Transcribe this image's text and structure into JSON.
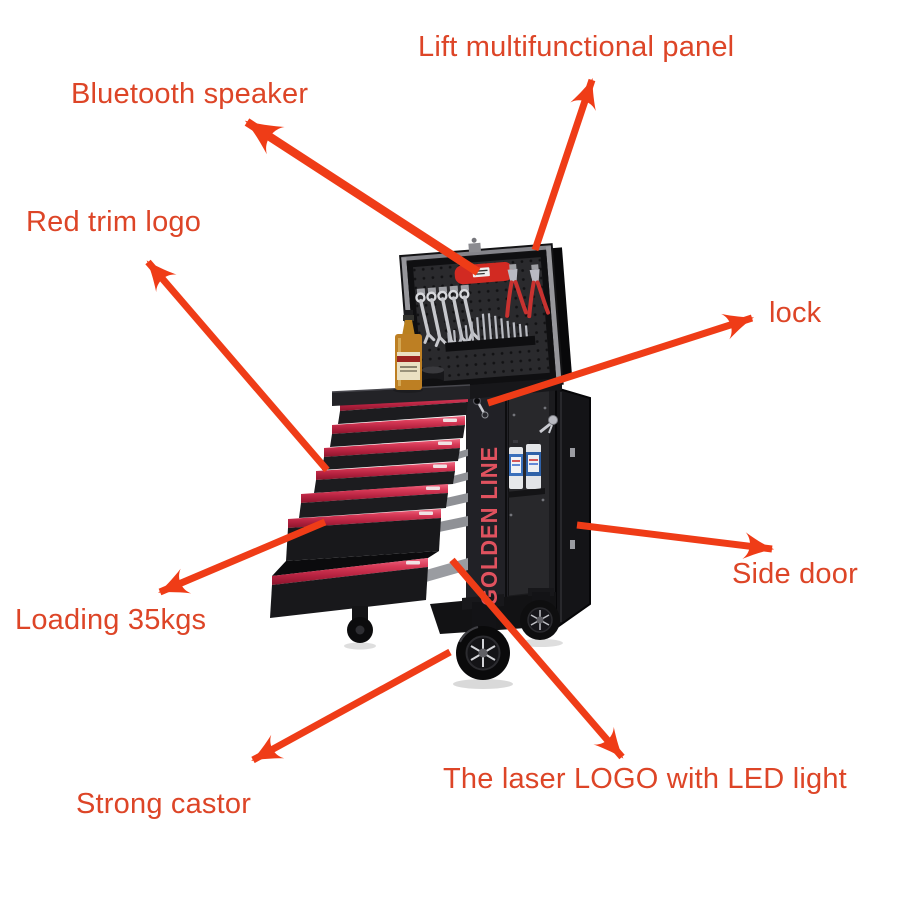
{
  "style": {
    "background": "#ffffff",
    "label_color": "#dd4527",
    "arrow_color": "#ef3c17",
    "drawer_trim_color": "#d93b58",
    "cabinet_color": "#1d1d20",
    "side_logo_color": "#e0525f"
  },
  "product": {
    "side_logo": "GOLDEN LINE",
    "drawer_count": 7,
    "pegboard_items": [
      "bluetooth-speaker",
      "wrenches",
      "pliers",
      "drill-bits"
    ],
    "accessories": [
      "bottle",
      "cup",
      "spray-cans",
      "key-in-lock"
    ]
  },
  "callouts": [
    {
      "id": "lift-panel",
      "label": "Lift multifunctional panel"
    },
    {
      "id": "bluetooth-speaker",
      "label": "Bluetooth speaker"
    },
    {
      "id": "red-trim-logo",
      "label": "Red trim logo"
    },
    {
      "id": "lock",
      "label": "lock"
    },
    {
      "id": "side-door",
      "label": "Side door"
    },
    {
      "id": "loading",
      "label": "Loading 35kgs"
    },
    {
      "id": "strong-castor",
      "label": "Strong castor"
    },
    {
      "id": "laser-logo",
      "label": "The laser LOGO with LED light"
    }
  ]
}
